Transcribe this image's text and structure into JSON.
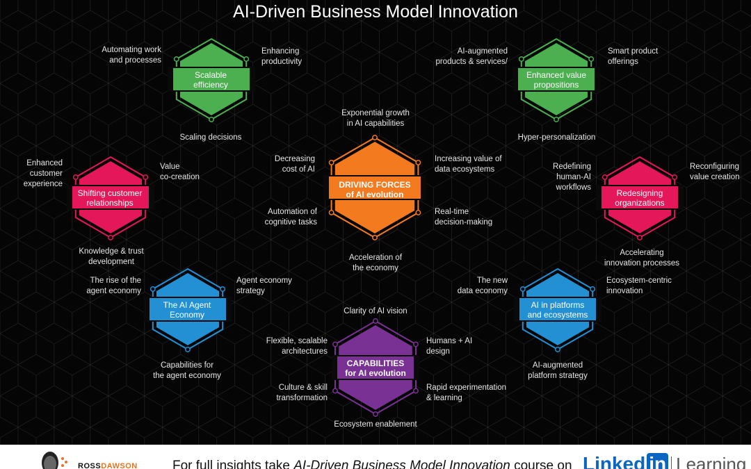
{
  "title": "AI-Driven Business Model Innovation",
  "colors": {
    "green": "#4caf50",
    "orange": "#f47a20",
    "pink": "#e3175a",
    "blue": "#2390d4",
    "purple": "#7a3194",
    "background": "#050505",
    "grid": "#262626"
  },
  "hexagons": [
    {
      "key": "scalable",
      "label": "Scalable\nefficiency",
      "color": "green",
      "bold": false,
      "labels": [
        "Automating work\nand processes",
        "Enhancing\nproductivity",
        "Scaling decisions"
      ]
    },
    {
      "key": "value-propositions",
      "label": "Enhanced value\npropositions",
      "color": "green",
      "bold": false,
      "labels": [
        "AI-augmented\nproducts & services/",
        "Smart product\nofferings",
        "Hyper-personalization"
      ]
    },
    {
      "key": "customer",
      "label": "Shifting customer\nrelationships",
      "color": "pink",
      "bold": false,
      "labels": [
        "Enhanced\ncustomer\nexperience",
        "Value\nco-creation",
        "Knowledge & trust\ndevelopment"
      ]
    },
    {
      "key": "organizations",
      "label": "Redesigning\norganizations",
      "color": "pink",
      "bold": false,
      "labels": [
        "Redefining\nhuman-AI\nworkflows",
        "Reconfiguring\nvalue creation",
        "Accelerating\ninnovation processes"
      ]
    },
    {
      "key": "driving",
      "label": "DRIVING FORCES\nof AI evolution",
      "color": "orange",
      "bold": true,
      "labels": [
        "Exponential growth\nin AI capabilities",
        "Decreasing\ncost of AI",
        "Increasing value of\ndata ecosystems",
        "Automation of\ncognitive tasks",
        "Real-time\ndecision-making",
        "Acceleration of\nthe economy"
      ]
    },
    {
      "key": "agent",
      "label": "The AI Agent\nEconomy",
      "color": "blue",
      "bold": false,
      "labels": [
        "The rise of the\nagent economy",
        "Agent economy\nstrategy",
        "Capabilities for\nthe agent economy"
      ]
    },
    {
      "key": "platforms",
      "label": "AI in platforms\nand ecosystems",
      "color": "blue",
      "bold": false,
      "labels": [
        "The new\ndata economy",
        "Ecosystem-centric\ninnovation",
        "AI-augmented\nplatform strategy"
      ]
    },
    {
      "key": "capabilities",
      "label": "CAPABILITIES\nfor AI evolution",
      "color": "purple",
      "bold": true,
      "labels": [
        "Clarity of AI vision",
        "Flexible, scalable\narchitectures",
        "Humans + AI\ndesign",
        "Culture & skill\ntransformation",
        "Rapid experimentation\n& learning",
        "Ecosystem enablement"
      ]
    }
  ],
  "footer": {
    "brand_a": "ROSS",
    "brand_b": "DAWSON",
    "cta_prefix": "For full insights take ",
    "cta_course": "AI-Driven Business Model Innovation",
    "cta_suffix": " course on",
    "linkedin_a": "Linked",
    "linkedin_b": "in",
    "learning": "Learning"
  }
}
